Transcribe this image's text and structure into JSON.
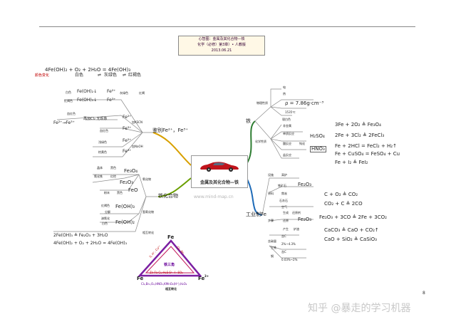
{
  "title_lines": [
    "心智图：金属及其化合物—铁",
    "化学（必修）第3章）• 人教版",
    "2013.06.21"
  ],
  "center_label": "金属及其化合物—铁",
  "watermark": "www.mind-map.cn",
  "page_number": "8",
  "zhihu_watermark": "知乎 @暴走的学习机器",
  "top_left": {
    "equation": "4Fe(OH)₂ + O₂ + 2H₂O = 4Fe(OH)₃",
    "color_change_label": "颜色变化",
    "colors": [
      "白色",
      "灰绿色",
      "红褐色"
    ],
    "arrows": [
      "⇌",
      "⇌"
    ]
  },
  "ion_branch": {
    "title": "鉴别Fe²⁺，Fe³⁺",
    "row1": {
      "left": "白色",
      "formula": "Fe(OH)₂↓",
      "ion": "Fe²⁺",
      "right": "灰绿色",
      "right2": "红褐"
    },
    "row2": {
      "left": "红褐色",
      "formula": "Fe(OH)₃↓",
      "ion": "Fe³⁺"
    },
    "row3": {
      "left": "血红色",
      "formula": "再加Cl₂ 无现象",
      "ion": "Fe²⁺",
      "reagent": "加KSCN"
    },
    "row4": {
      "left": "Fe²⁺→Fe³⁺",
      "sub": "血红色",
      "ion": "Fe³⁺"
    },
    "row5": {
      "left": "浅绿色",
      "ion": "Fe²⁺",
      "reagent": "加NaOH"
    },
    "row6": {
      "left": "棕黄色",
      "ion": "Fe³⁺"
    }
  },
  "compound_branch": {
    "title": "铁化合物",
    "oxides_label": "氧化物",
    "oxides": [
      {
        "name": "晶体",
        "color": "黑色",
        "formula": "Fe₃O₄"
      },
      {
        "name": "氧化铁",
        "color": "红棕",
        "formula": "Fe₂O₃"
      },
      {
        "name": "粉末",
        "color": "黑色",
        "formula": "FeO"
      }
    ],
    "hydroxide_label": "氢氧化物",
    "hydroxides": [
      {
        "color": "红褐色",
        "sub": "分解",
        "formula": "Fe(OH)₃"
      },
      {
        "color": "白色",
        "sub": "溶氧化",
        "formula": "Fe(OH)₂"
      }
    ],
    "conversion_label": "相互转化",
    "eq1": "2Fe(OH)₃ ≜ Fe₂O₃ + 3H₂O",
    "eq2": "4Fe(OH)₂ + O₂ + 2H₂O = 4Fe(OH)₃"
  },
  "triangle": {
    "top": "Fe",
    "bottom_left": "Fe",
    "bottom_right": "Fe",
    "bottom_right_sup": "3+",
    "middle": "铁三角",
    "left_side": "S, H⁺, Cu²⁺",
    "right_side": "Cl₂, Br₂",
    "bottom_side": "Zn·Fe·Cu·H₂S·S²⁻·I⁻·SO₂",
    "bottom_reagents": "Cl₂,Br₂,O₂,HNO₃,KMnO₄(H⁺),H₂O₂",
    "caption": "相互转化"
  },
  "iron_branch": {
    "title": "铁",
    "physical_label": "物理性质",
    "physical": [
      "电",
      "热",
      "ρ = 7.86g·cm⁻³",
      "1535℃",
      "银白色"
    ],
    "chemical_label": "化学性质",
    "chemical": [
      "非金属",
      "单质反应",
      "酸反应",
      "钝化",
      "盐反应"
    ],
    "acids": [
      "H₂SO₄",
      "HNO₃"
    ],
    "equations": [
      "3Fe + 2O₂ ≜ Fe₃O₄",
      "2Fe + 3Cl₂ ≜ 2FeCl₃",
      "Fe + 2HCl = FeCl₂ + H₂↑",
      "Fe + CuSO₄ = FeSO₄ + Cu",
      "Fe + I₂ ≜ FeI₂"
    ]
  },
  "industry_branch": {
    "title": "工业制Fe",
    "items": [
      "设施",
      "高炉",
      "原料",
      "铁矿石",
      "焦炭",
      "石灰石",
      "空气",
      "步骤",
      "生成",
      "还原剂",
      "还原",
      "产生",
      "炉渣",
      "含碳量",
      "含C",
      "2%~4.3%",
      "含C",
      "0.03%~2%",
      "生铁",
      "钢"
    ],
    "formula": "Fe₂O₃",
    "formula2": "Fe₂O₃",
    "eq1": "C + O₂ ≜ CO₂",
    "eq2": "CO₂ + C ≜ 2CO",
    "eq3": "Fe₂O₃ + 3CO ≜ 2Fe + 3CO₂",
    "eq4": "CaCO₃ ≜ CaO + CO₂↑",
    "eq5": "CaO + SiO₂ ≜ CaSiO₃"
  }
}
